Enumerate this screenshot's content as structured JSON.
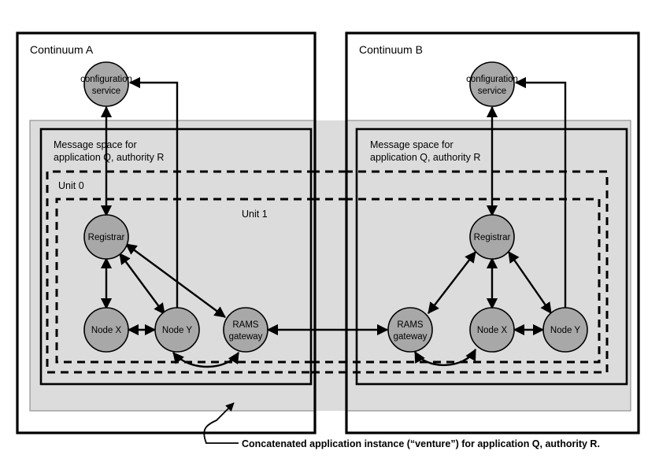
{
  "diagram": {
    "title_caption": "Concatenated application instance (“venture”) for application Q, authority R.",
    "colors": {
      "node_fill": "#a8a8a8",
      "region_fill": "#dcdcdc",
      "stroke": "#000000",
      "background": "#ffffff"
    },
    "continua": [
      {
        "id": "A",
        "label": "Continuum A",
        "message_space_label_line1": "Message space for",
        "message_space_label_line2": "application Q, authority R",
        "unit0_label": "Unit 0",
        "unit1_label": "Unit 1",
        "nodes": {
          "config": {
            "line1": "configuration",
            "line2": "service"
          },
          "registrar": {
            "line1": "Registrar",
            "line2": ""
          },
          "node_x": {
            "line1": "Node X",
            "line2": ""
          },
          "node_y": {
            "line1": "Node Y",
            "line2": ""
          },
          "rams": {
            "line1": "RAMS",
            "line2": "gateway"
          }
        }
      },
      {
        "id": "B",
        "label": "Continuum B",
        "message_space_label_line1": "Message space for",
        "message_space_label_line2": "application Q, authority R",
        "unit0_label": "",
        "unit1_label": "",
        "nodes": {
          "config": {
            "line1": "configuration",
            "line2": "service"
          },
          "registrar": {
            "line1": "Registrar",
            "line2": ""
          },
          "node_x": {
            "line1": "Node X",
            "line2": ""
          },
          "node_y": {
            "line1": "Node Y",
            "line2": ""
          },
          "rams": {
            "line1": "RAMS",
            "line2": "gateway"
          }
        }
      }
    ]
  }
}
